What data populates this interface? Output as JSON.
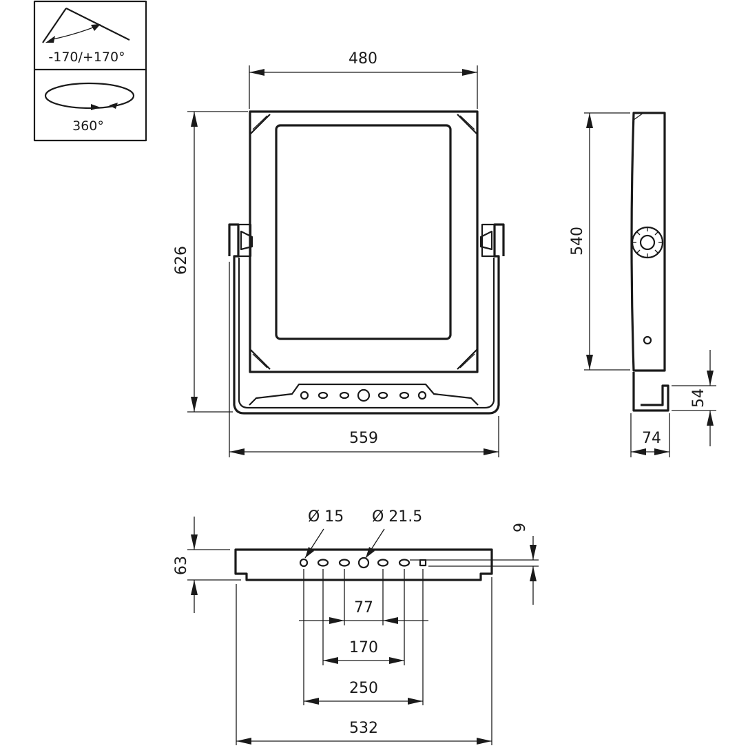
{
  "icons": {
    "tilt_label": "-170/+170°",
    "rotate_label": "360°"
  },
  "dimensions": {
    "front_width": "480",
    "front_height": "626",
    "bracket_width": "559",
    "side_height": "540",
    "side_depth": "74",
    "side_foot": "54",
    "bracket_thickness": "63",
    "hole_offset": "9",
    "hole_small": "Ø 15",
    "hole_large": "Ø 21.5",
    "hole_spacing_77": "77",
    "hole_spacing_170": "170",
    "hole_spacing_250": "250",
    "bracket_length": "532"
  }
}
